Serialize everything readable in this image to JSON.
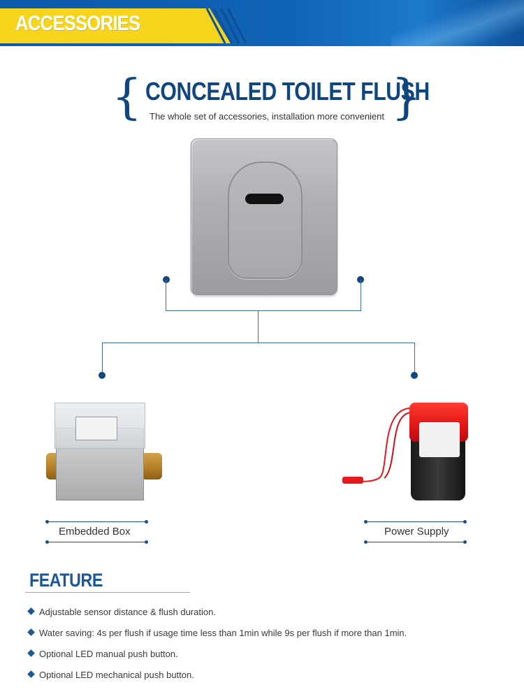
{
  "header": {
    "title": "ACCESSORIES"
  },
  "hero": {
    "title": "CONCEALED TOILET FLUSH",
    "subtitle": "The whole set of accessories, installation more convenient"
  },
  "products": [
    {
      "label": "Embedded Box"
    },
    {
      "label": "Power Supply"
    }
  ],
  "feature": {
    "title": "FEATURE",
    "items": [
      "Adjustable sensor distance & flush  duration.",
      "Water saving: 4s per flush if usage time less than 1min while 9s per flush if more than 1min.",
      "Optional LED manual push button.",
      "Optional LED mechanical push  button."
    ]
  },
  "colors": {
    "banner_blue": "#0f63b6",
    "banner_yellow": "#f7d51d",
    "title_navy": "#10467f",
    "feature_blue": "#1c5894",
    "battery_red": "#e01616"
  }
}
